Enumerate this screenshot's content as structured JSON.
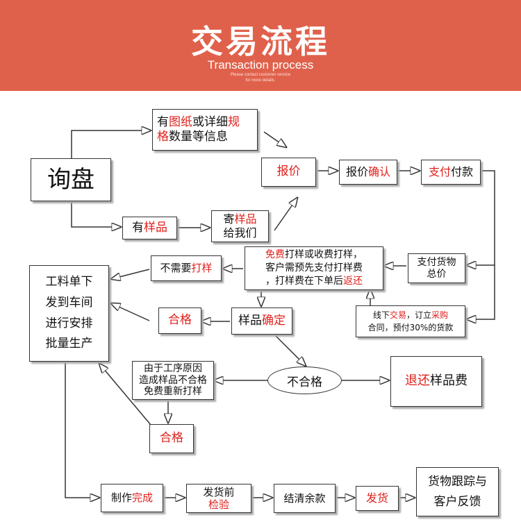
{
  "header": {
    "title": "交易流程",
    "subtitle": "Transaction process",
    "note_line1": "Please contact customer service",
    "note_line2": "for more details."
  },
  "colors": {
    "header_bg": "#e0614b",
    "highlight": "#e0201c",
    "line": "#333333"
  },
  "nodes": {
    "inquiry": "询盘",
    "drawings": {
      "a": "有",
      "b": "图纸",
      "c": "或详细",
      "d": "规",
      "e": "格",
      "f": "数量等信息"
    },
    "quote": "报价",
    "quote_confirm": {
      "a": "报价",
      "b": "确认"
    },
    "pay": {
      "a": "支付",
      "b": "付款"
    },
    "has_sample": {
      "a": "有",
      "b": "样品"
    },
    "send_sample": {
      "a": "寄",
      "b": "样品",
      "c": "给我们"
    },
    "sampling_policy": {
      "a": "免费",
      "b": "打样或收费打样，",
      "c": "客户需预先支付打样费",
      "d": "，打样费在下单后",
      "e": "返还"
    },
    "no_sample": {
      "a": "不需要",
      "b": "打样"
    },
    "pay_goods": {
      "a": "支付货物",
      "b": "总价"
    },
    "offline": {
      "a": "线下",
      "b": "交易",
      "c": "，订立",
      "d": "采购",
      "e": "合同，预付30%的货款"
    },
    "production": {
      "l1": "工料单下",
      "l2": "发到车间",
      "l3": "进行安排",
      "l4": "批量生产"
    },
    "pass1": "合格",
    "sample_confirm": {
      "a": "样品",
      "b": "确定"
    },
    "process_reason": {
      "l1": "由于工序原因",
      "l2": "造成样品不合格",
      "l3": "免费重新打样"
    },
    "fail": "不合格",
    "refund": {
      "a": "退还",
      "b": "样品费"
    },
    "pass2": "合格",
    "made": {
      "a": "制作",
      "b": "完成"
    },
    "inspect": {
      "a": "发货前",
      "b": "检验"
    },
    "settle": "结清余款",
    "ship": "发货",
    "track": {
      "l1": "货物跟踪与",
      "l2": "客户反馈"
    }
  }
}
